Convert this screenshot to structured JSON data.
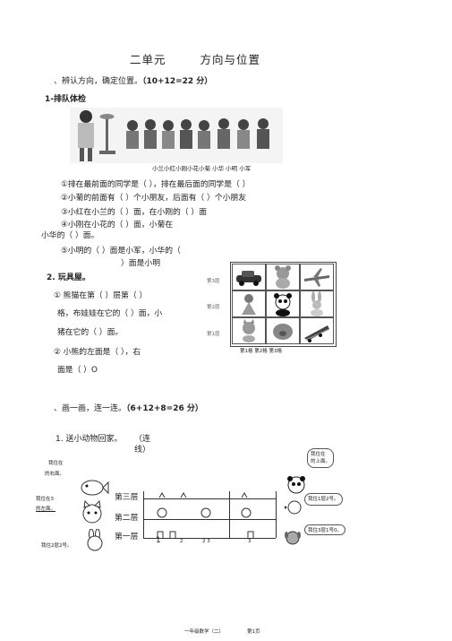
{
  "title": {
    "unit": "二单元",
    "topic": "方向与位置"
  },
  "section1": {
    "heading": "、辨认方向，确定位置。",
    "score": "（10+12=22 分）"
  },
  "q1": {
    "label": "1-排队体检",
    "names": "小兰小红小刚小花小菊  小华  小明  小军",
    "lines": [
      "①排在最前面的同学是（              ），排在最后面的同学是（              ）",
      "②小菊的前面有（           ）个小朋友，后面有（           ）个小朋友",
      "③小红在小兰的（           ）面，在小刚的（           ）面",
      "④小刚在小花的（         ）面，小菊在",
      "小华的（                     ）面。",
      "⑤小明的（        ）面是小军，小华的（",
      "）面是小明"
    ]
  },
  "q2": {
    "label": "2. 玩具屋。",
    "lines": [
      "①  熊猫在第（       ）层第（           ）",
      "格，布娃娃在它的（           ）面，小",
      "猪在它的（         ）面。",
      "②  小熊的左面是（               ），右",
      "面是（          ）O"
    ],
    "floors": [
      "第3层",
      "第2层",
      "第1层"
    ],
    "columns": "第1格 第2格 第3格"
  },
  "section2": {
    "heading": "、画一画，连一连。",
    "score": "（6+12+8=26 分）"
  },
  "q3": {
    "label": "1. 送小动物回家。",
    "hint1": "（连",
    "hint2": "线）",
    "floors": [
      "第三层",
      "第二层",
      "第一层"
    ],
    "numbers": [
      "1",
      "2",
      "2 3",
      "3"
    ],
    "bubbles": {
      "left_top1": "我住在",
      "left_top2": "的右面。",
      "left_mid1": "我住在3",
      "left_mid2": "的左面。",
      "left_bottom": "我住2层2号。",
      "right_top1": "我住在",
      "right_top2": "的上面。",
      "right_mid": "我住1层2号。",
      "right_bottom": "我住3层1号0。"
    }
  },
  "footer": {
    "subject": "一年级数学（二）",
    "page": "第1页"
  }
}
